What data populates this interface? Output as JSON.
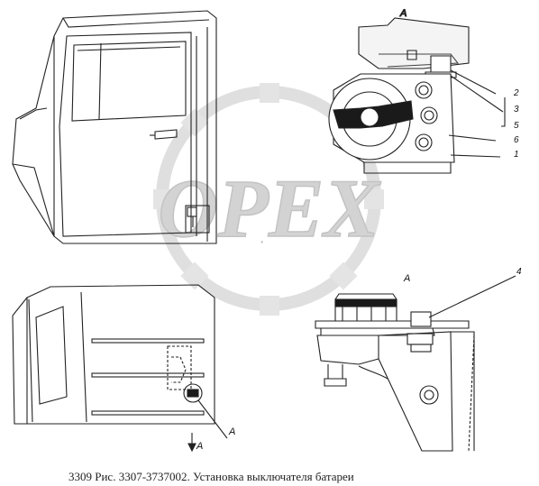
{
  "caption": "3309 Рис. 3307-3737002. Установка выключателя батареи",
  "watermark": "OPEX",
  "view_marks": {
    "top_right": "A",
    "bottom_right": "A",
    "arrow_left": "A",
    "arrow_left_bottom": "A"
  },
  "callouts": {
    "c2": "2",
    "c3": "3",
    "c5": "5",
    "c6": "6",
    "c1": "1",
    "c4": "4"
  }
}
